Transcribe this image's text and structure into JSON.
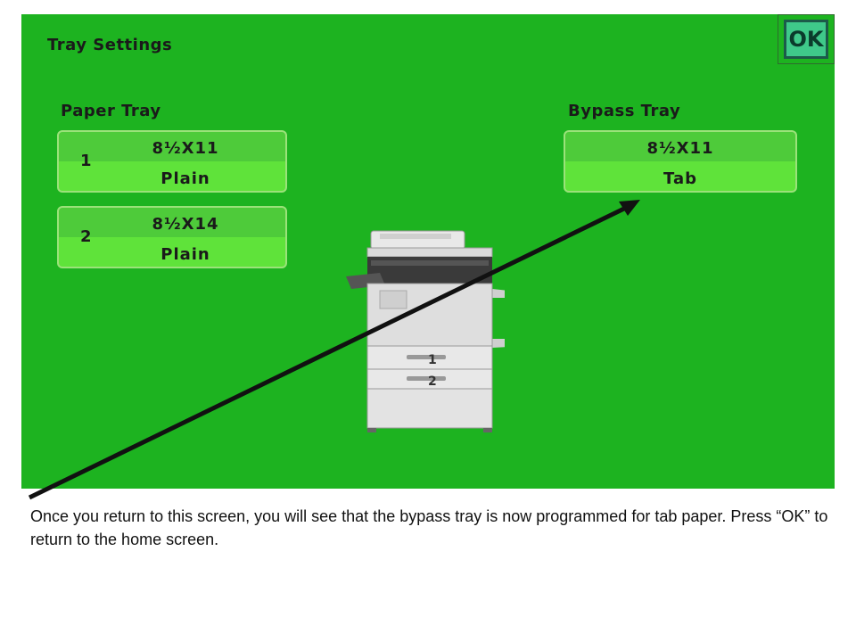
{
  "screen": {
    "title": "Tray Settings",
    "ok_label": "OK",
    "paper_tray_label": "Paper Tray",
    "bypass_tray_label": "Bypass Tray",
    "paper_trays": [
      {
        "number": "1",
        "size": "8½X11",
        "type": "Plain"
      },
      {
        "number": "2",
        "size": "8½X14",
        "type": "Plain"
      }
    ],
    "bypass_tray": {
      "size": "8½X11",
      "type": "Tab"
    },
    "copier_tray_numbers": [
      "1",
      "2"
    ]
  },
  "caption": "Once you return to this screen, you will see that the bypass tray is now programmed for tab paper. Press “OK” to return to the home screen.",
  "colors": {
    "panel_background": "#1db320",
    "tray_button_top": "#4ecb3a",
    "tray_button_bottom": "#5fe33a",
    "arrow": "#111111"
  }
}
